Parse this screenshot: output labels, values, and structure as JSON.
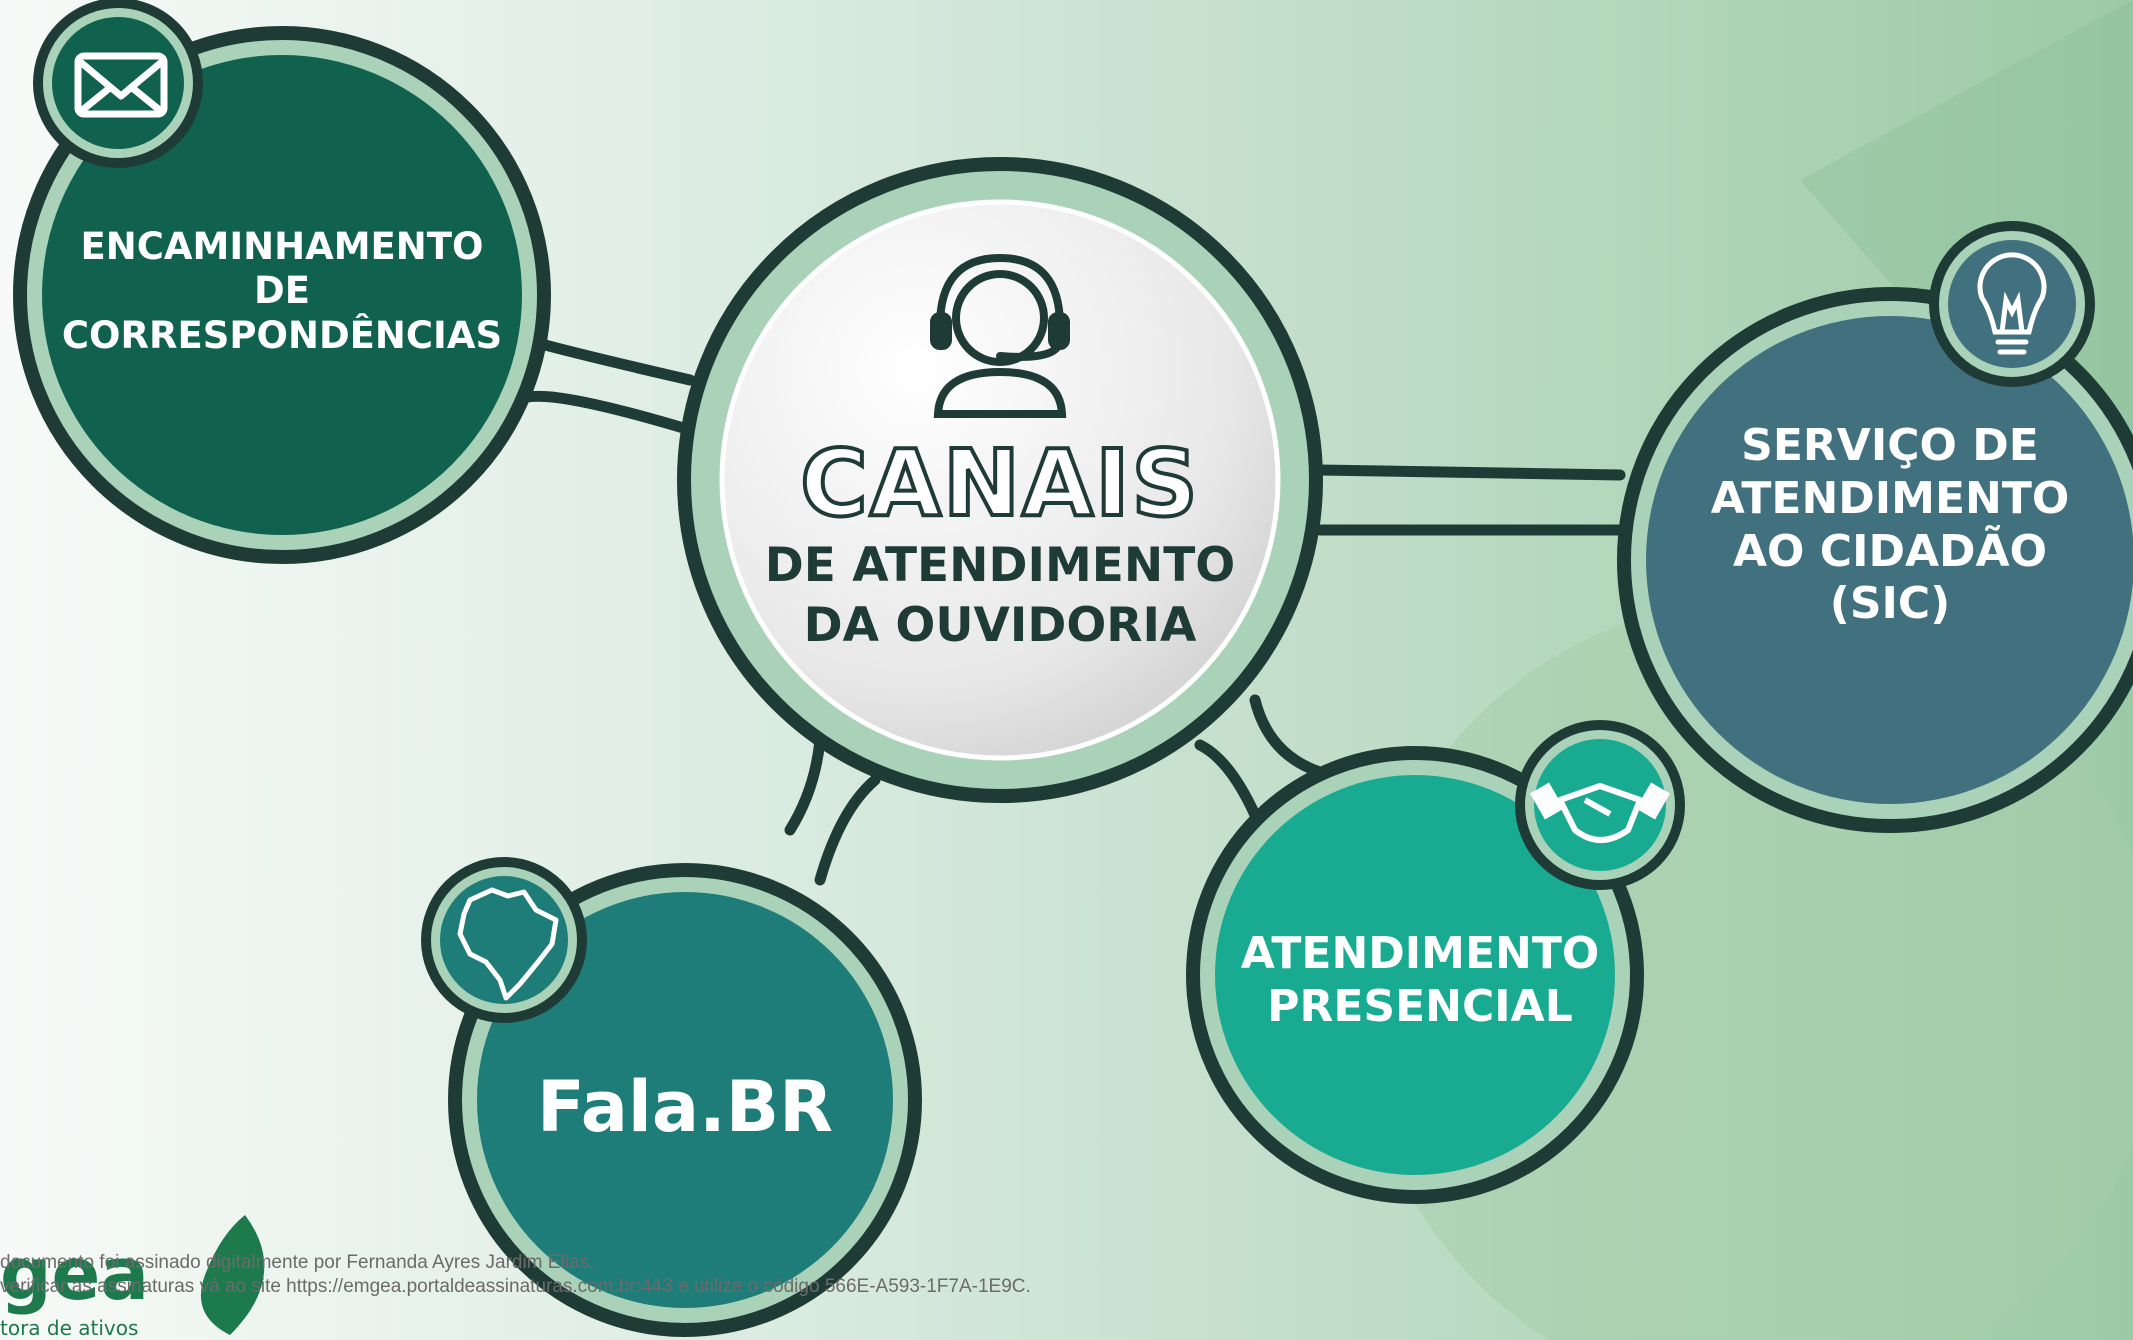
{
  "center": {
    "title": "CANAIS",
    "line2": "DE ATENDIMENTO",
    "line3": "DA OUVIDORIA"
  },
  "channels": [
    {
      "lines": [
        "ENCAMINHAMENTO",
        "DE",
        "CORRESPONDÊNCIAS"
      ],
      "icon": "envelope-icon",
      "color": "#10614d"
    },
    {
      "lines": [
        "SERVIÇO DE",
        "ATENDIMENTO",
        "AO CIDADÃO",
        "(SIC)"
      ],
      "icon": "lightbulb-icon",
      "color": "#41707e"
    },
    {
      "lines": [
        "ATENDIMENTO",
        "PRESENCIAL"
      ],
      "icon": "handshake-icon",
      "color": "#19ab92"
    },
    {
      "lines": [
        "Fala.BR"
      ],
      "icon": "brazil-map-icon",
      "color": "#1e7d78"
    }
  ],
  "footer": {
    "line1": "documento foi assinado digitalmente por Fernanda Ayres Jardim Elias.",
    "line2": "verificar as assinaturas vá ao site https://emgea.portaldeassinaturas.com.br:443 e utilize o código 566E-A593-1F7A-1E9C."
  },
  "logo": {
    "name": "gea",
    "tagline": "tora de ativos"
  },
  "colors": {
    "outline": "#1f3b35",
    "ring": "#a9d2b9"
  }
}
